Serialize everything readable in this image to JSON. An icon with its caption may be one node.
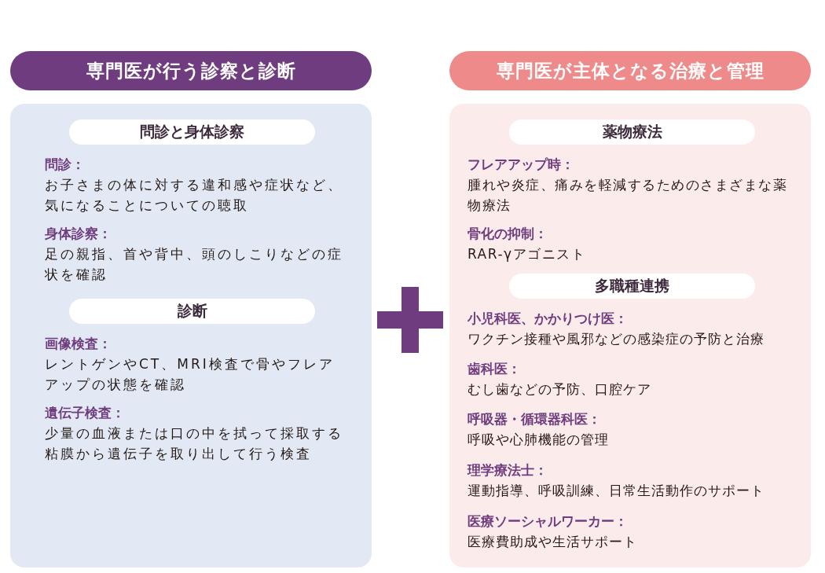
{
  "diagram": {
    "nodes": [
      {
        "text": [
          "専門医が行う診察と診断"
        ]
      },
      {
        "text": [
          "問診と身体診察"
        ],
        "in": 0
      },
      {
        "text": [
          "問診：",
          "お子さまの体に対する違和感や症状など、気になることについての聴取"
        ],
        "in": 0
      },
      {
        "text": [
          "身体診察：",
          "足の親指、首や背中、頭のしこりなどの症状を確認"
        ],
        "in": 0
      },
      {
        "text": [
          "診断"
        ],
        "in": 0
      },
      {
        "text": [
          "画像検査：",
          "レントゲンやCT、MRI検査で骨やフレアアップの状態を確認"
        ],
        "in": 0
      },
      {
        "text": [
          "遺伝子検査：",
          "少量の血液または口の中を拭って採取する粘膜から遺伝子を取り出して行う検査"
        ],
        "in": 0
      },
      {
        "text": [
          "専門医が主体となる治療と管理"
        ]
      },
      {
        "text": [
          "薬物療法"
        ],
        "in": 7
      },
      {
        "text": [
          "フレアアップ時：",
          "腫れや炎症、痛みを軽減するためのさまざまな薬物療法"
        ],
        "in": 7
      },
      {
        "text": [
          "骨化の抑制：",
          "RAR-γアゴニスト"
        ],
        "in": 7
      },
      {
        "text": [
          "多職種連携"
        ],
        "in": 7
      },
      {
        "text": [
          "小児科医、かかりつけ医：",
          "ワクチン接種や風邪などの感染症の予防と治療"
        ],
        "in": 7
      },
      {
        "text": [
          "歯科医：",
          "むし歯などの予防、口腔ケア"
        ],
        "in": 7
      },
      {
        "text": [
          "呼吸器・循環器科医：",
          "呼吸や心肺機能の管理"
        ],
        "in": 7
      },
      {
        "text": [
          "理学療法士：",
          "運動指導、呼吸訓練、日常生活動作のサポート"
        ],
        "in": 7
      },
      {
        "text": [
          "医療ソーシャルワーカー：",
          "医療費助成や生活サポート"
        ],
        "in": 7
      }
    ],
    "edges": []
  }
}
